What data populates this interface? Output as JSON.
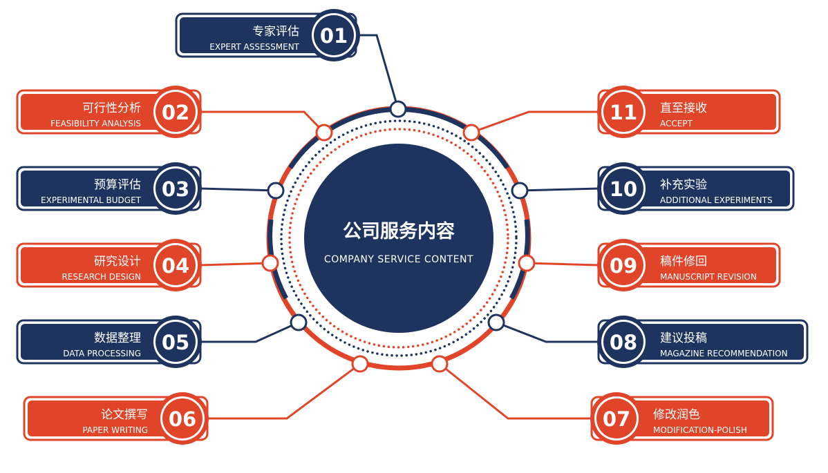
{
  "center": {
    "title": "公司服务内容",
    "subtitle": "COMPANY SERVICE CONTENT"
  },
  "colors": {
    "navy": "#1e345e",
    "orange": "#e0452a",
    "white": "#ffffff"
  },
  "items": [
    {
      "num": "01",
      "cn": "专家评估",
      "en": "EXPERT ASSESSMENT",
      "color": "navy"
    },
    {
      "num": "02",
      "cn": "可行性分析",
      "en": "FEASIBILITY ANALYSIS",
      "color": "orange"
    },
    {
      "num": "03",
      "cn": "预算评估",
      "en": "EXPERIMENTAL BUDGET",
      "color": "navy"
    },
    {
      "num": "04",
      "cn": "研究设计",
      "en": "RESEARCH DESIGN",
      "color": "orange"
    },
    {
      "num": "05",
      "cn": "数据整理",
      "en": "DATA PROCESSING",
      "color": "navy"
    },
    {
      "num": "06",
      "cn": "论文撰写",
      "en": "PAPER WRITING",
      "color": "orange"
    },
    {
      "num": "07",
      "cn": "修改润色",
      "en": "MODIFICATION-POLISH",
      "color": "orange"
    },
    {
      "num": "08",
      "cn": "建议投稿",
      "en": "MAGAZINE RECOMMENDATION",
      "color": "navy"
    },
    {
      "num": "09",
      "cn": "稿件修回",
      "en": "MANUSCRIPT REVISION",
      "color": "orange"
    },
    {
      "num": "10",
      "cn": "补充实验",
      "en": "ADDITIONAL EXPERIMENTS",
      "color": "navy"
    },
    {
      "num": "11",
      "cn": "直至接收",
      "en": "ACCEPT",
      "color": "orange"
    }
  ]
}
